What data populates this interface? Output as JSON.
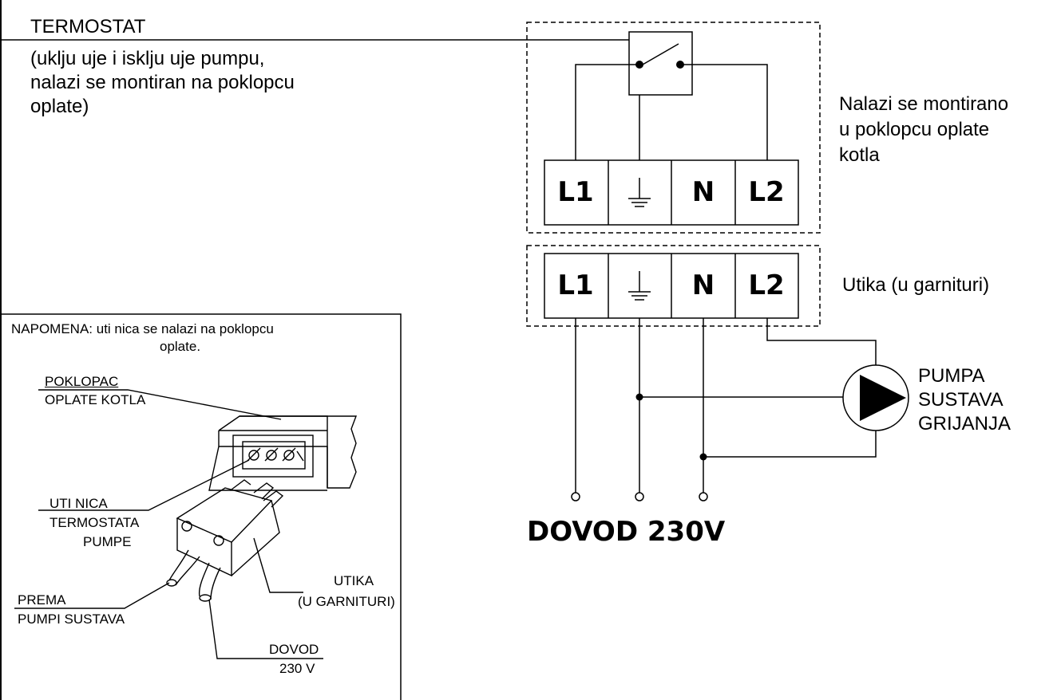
{
  "thermostat": {
    "title": "TERMOSTAT",
    "desc": [
      "(uklju  uje i isklju  uje pumpu,",
      "nalazi se montiran na poklopcu",
      "oplate)"
    ]
  },
  "upper_note": [
    "Nalazi se montirano",
    "u poklopcu oplate",
    "kotla"
  ],
  "plug_label": "Utika   (u garnituri)",
  "terminals_upper": [
    "L1",
    "N",
    "L2"
  ],
  "terminals_lower": [
    "L1",
    "N",
    "L2"
  ],
  "pump_label": [
    "PUMPA",
    "SUSTAVA",
    "GRIJANJA"
  ],
  "supply_label": "DOVOD 230V",
  "inset": {
    "note": [
      "NAPOMENA: uti  nica se nalazi na poklopcu",
      "oplate."
    ],
    "cover": [
      "POKLOPAC",
      "OPLATE KOTLA"
    ],
    "socket": [
      "UTI  NICA",
      "TERMOSTATA",
      "PUMPE"
    ],
    "plug": [
      "UTIKA",
      "(U GARNITURI)"
    ],
    "to_pump": [
      "PREMA",
      "PUMPI SUSTAVA"
    ],
    "supply": [
      "DOVOD",
      "230 V"
    ]
  },
  "icons": {
    "ground": "ground-icon",
    "pump": "pump-symbol-icon",
    "switch": "switch-icon"
  }
}
